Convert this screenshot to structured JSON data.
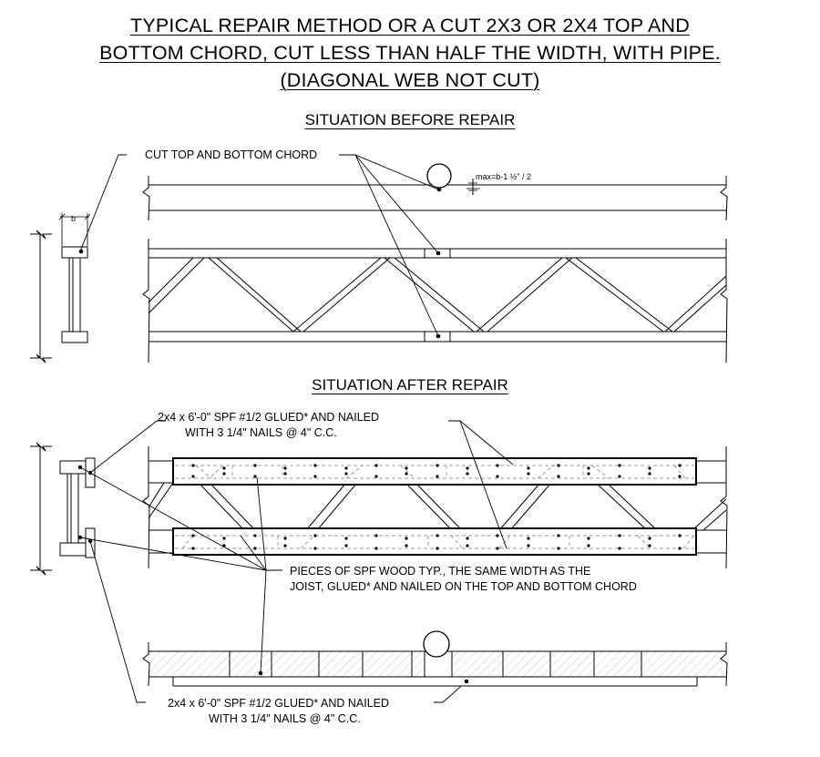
{
  "title_lines": [
    "TYPICAL REPAIR METHOD OR A CUT 2X3 OR 2X4 TOP AND",
    "BOTTOM CHORD, CUT LESS THAN HALF THE WIDTH, WITH PIPE.",
    "(DIAGONAL WEB NOT CUT)"
  ],
  "before": {
    "heading": "SITUATION BEFORE REPAIR",
    "callout": "CUT TOP AND BOTTOM CHORD",
    "dim_b": "b",
    "max_note": "max=b-1 ½\" / 2"
  },
  "after": {
    "heading": "SITUATION AFTER REPAIR",
    "note_top": [
      "2x4 x 6'-0\" SPF #1/2 GLUED*  AND NAILED",
      "WITH 3 1/4\" NAILS @ 4\" C.C."
    ],
    "note_mid": [
      "PIECES OF SPF WOOD TYP., THE SAME WIDTH AS THE",
      "JOIST, GLUED* AND NAILED ON THE TOP AND BOTTOM CHORD"
    ],
    "note_bottom": [
      "2x4 x 6'-0\" SPF #1/2 GLUED*  AND NAILED",
      "WITH 3 1/4\" NAILS @ 4\" C.C."
    ]
  }
}
